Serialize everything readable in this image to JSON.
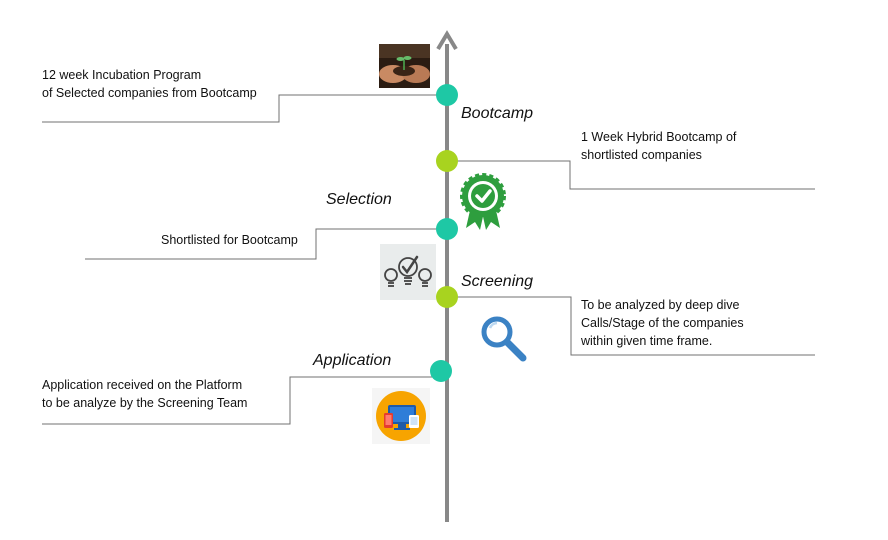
{
  "stages": {
    "bootcamp": "Bootcamp",
    "selection": "Selection",
    "screening": "Screening",
    "application": "Application"
  },
  "descriptions": {
    "incubation": "12 week Incubation Program\nof Selected companies from Bootcamp",
    "hybrid_bootcamp": "1 Week Hybrid Bootcamp of\nshortlisted companies",
    "shortlisted": "Shortlisted for Bootcamp",
    "deep_dive": "To be analyzed by deep dive\nCalls/Stage of the companies\nwithin given time frame.",
    "application_received": "Application received on the Platform\nto be analyze by the Screening Team"
  },
  "colors": {
    "axis": "#888888",
    "teal_dot": "#1ec8a5",
    "green_dot": "#a8d31f",
    "connector": "#707070",
    "badge_green": "#2e9e3e",
    "magnifier_blue": "#3b82c4",
    "app_icon_orange": "#f7a400"
  },
  "icons": [
    "seedling-hands-photo",
    "award-badge-icon",
    "lightbulbs-check-icon",
    "magnifier-icon",
    "devices-app-icon"
  ]
}
